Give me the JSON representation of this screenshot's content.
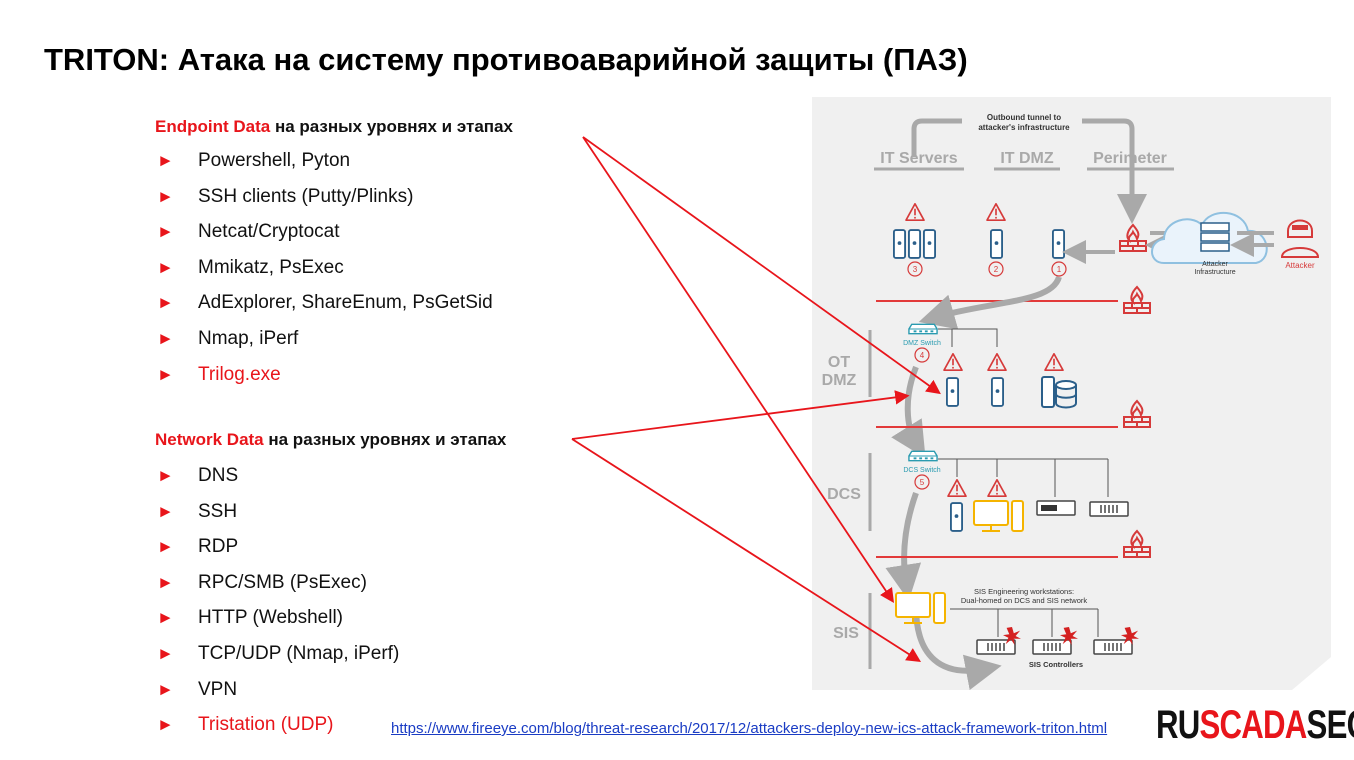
{
  "title": "TRITON: Атака на систему противоаварийной защиты (ПАЗ)",
  "endpoint": {
    "head_highlight": "Endpoint Data",
    "head_rest": " на разных уровнях и этапах",
    "items": [
      {
        "text": "Powershell, Pyton"
      },
      {
        "text": "SSH clients (Putty/Plinks)"
      },
      {
        "text": "Netcat/Cryptocat"
      },
      {
        "text": "Mmikatz, PsExec"
      },
      {
        "text": "AdExplorer, ShareEnum, PsGetSid"
      },
      {
        "text": "Nmap, iPerf"
      },
      {
        "text": "Trilog.exe"
      }
    ]
  },
  "network": {
    "head_highlight": "Network Data",
    "head_rest": " на разных уровнях и этапах",
    "items": [
      {
        "text": "DNS"
      },
      {
        "text": "SSH"
      },
      {
        "text": "RDP"
      },
      {
        "text": "RPC/SMB (PsExec)"
      },
      {
        "text": "HTTP (Webshell)"
      },
      {
        "text": "TCP/UDP (Nmap, iPerf)"
      },
      {
        "text": "VPN"
      },
      {
        "text": "Tristation (UDP)"
      }
    ]
  },
  "bullet_glyph": "►",
  "diagram": {
    "tunnel_label_1": "Outbound tunnel to",
    "tunnel_label_2": "attacker's infrastructure",
    "it_servers": "IT Servers",
    "it_dmz": "IT DMZ",
    "perimeter": "Perimeter",
    "attacker_infra_1": "Attacker",
    "attacker_infra_2": "Infrastructure",
    "attacker": "Attacker",
    "zone_ot": "OT",
    "zone_dmz": "DMZ",
    "zone_dcs": "DCS",
    "zone_sis": "SIS",
    "dmz_switch": "DMZ Switch",
    "dcs_switch": "DCS Switch",
    "sis_eng_1": "SIS Engineering workstations:",
    "sis_eng_2": "Dual-homed on DCS and SIS network",
    "sis_controllers": "SIS Controllers",
    "step_1": "1",
    "step_2": "2",
    "step_3": "3",
    "step_4": "4",
    "step_5": "5"
  },
  "source_url": "https://www.fireeye.com/blog/threat-research/2017/12/attackers-deploy-new-ics-attack-framework-triton.html",
  "logo": {
    "part1": "RU",
    "part2": "SCADA",
    "part3": "SEC"
  },
  "colors": {
    "accent_red": "#e8151b",
    "link_blue": "#1a3cc4",
    "diagram_blue": "#2b5f8a",
    "diagram_gray": "#a9a9a9",
    "workstation_yellow": "#f5b400"
  }
}
